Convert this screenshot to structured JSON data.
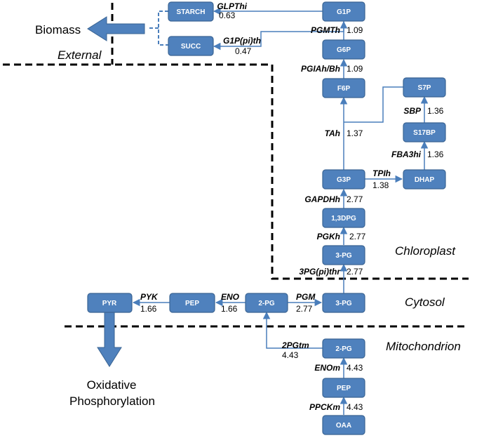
{
  "nodes": {
    "starch": "STARCH",
    "succ": "SUCC",
    "g1p": "G1P",
    "g6p": "G6P",
    "f6p": "F6P",
    "s7p": "S7P",
    "s17bp": "S17BP",
    "dhap": "DHAP",
    "g3p": "G3P",
    "bpg13": "1,3DPG",
    "pg3_chl": "3-PG",
    "pg3_cyt": "3-PG",
    "pg2_cyt": "2-PG",
    "pep_cyt": "PEP",
    "pyr": "PYR",
    "pg2_mit": "2-PG",
    "pep_mit": "PEP",
    "oaa": "OAA"
  },
  "reactions": {
    "glpthi": {
      "enzyme": "GLPThi",
      "flux": "0.63"
    },
    "g1ppith": {
      "enzyme": "G1P(pi)th",
      "flux": "0.47"
    },
    "pgmth": {
      "enzyme": "PGMTh",
      "flux": "1.09"
    },
    "pgiahbh": {
      "enzyme": "PGIAh/Bh",
      "flux": "1.09"
    },
    "tah": {
      "enzyme": "TAh",
      "flux": "1.37"
    },
    "sbp": {
      "enzyme": "SBP",
      "flux": "1.36"
    },
    "fba3hi": {
      "enzyme": "FBA3hi",
      "flux": "1.36"
    },
    "tpih": {
      "enzyme": "TPIh",
      "flux": "1.38"
    },
    "gapdhh": {
      "enzyme": "GAPDHh",
      "flux": "2.77"
    },
    "pgkh": {
      "enzyme": "PGKh",
      "flux": "2.77"
    },
    "pg3pithr": {
      "enzyme": "3PG(pi)thr",
      "flux": "2.77"
    },
    "pgm": {
      "enzyme": "PGM",
      "flux": "2.77"
    },
    "eno": {
      "enzyme": "ENO",
      "flux": "1.66"
    },
    "pyk": {
      "enzyme": "PYK",
      "flux": "1.66"
    },
    "pgtm2": {
      "enzyme": "2PGtm",
      "flux": "4.43"
    },
    "enom": {
      "enzyme": "ENOm",
      "flux": "4.43"
    },
    "ppckm": {
      "enzyme": "PPCKm",
      "flux": "4.43"
    }
  },
  "regions": {
    "external": "External",
    "chloroplast": "Chloroplast",
    "cytosol": "Cytosol",
    "mitochondrion": "Mitochondrion"
  },
  "outputs": {
    "biomass": "Biomass",
    "oxidative_line1": "Oxidative",
    "oxidative_line2": "Phosphorylation"
  },
  "colors": {
    "node_fill": "#4f81bd",
    "node_stroke": "#3a6493",
    "edge": "#4a7ebb"
  }
}
